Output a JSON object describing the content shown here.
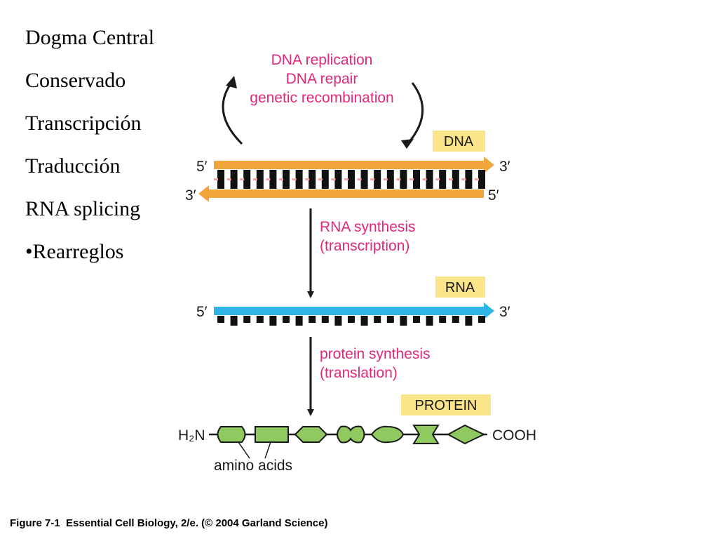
{
  "bullets": [
    "Dogma Central",
    "Conservado",
    "Transcripción",
    "Traducción",
    "RNA splicing",
    "•Rearreglos"
  ],
  "diagram": {
    "replication": [
      "DNA replication",
      "DNA repair",
      "genetic recombination"
    ],
    "dna_label": "DNA",
    "rna_label": "RNA",
    "protein_label": "PROTEIN",
    "five_prime": "5′",
    "three_prime": "3′",
    "transcription": [
      "RNA synthesis",
      "(transcription)"
    ],
    "translation": [
      "protein synthesis",
      "(translation)"
    ],
    "h2n": "H₂N",
    "cooh": "COOH",
    "amino_acids": "amino acids"
  },
  "caption": {
    "figure": "Figure 7-1",
    "text": "Essential Cell Biology, 2/e. (© 2004 Garland Science)"
  },
  "colors": {
    "dna_strand": "#f0a63a",
    "rna_strand": "#2fb4e6",
    "label_box": "#fbe48a",
    "pink_text": "#e0287a",
    "amino_acid": "#8fc95f"
  }
}
